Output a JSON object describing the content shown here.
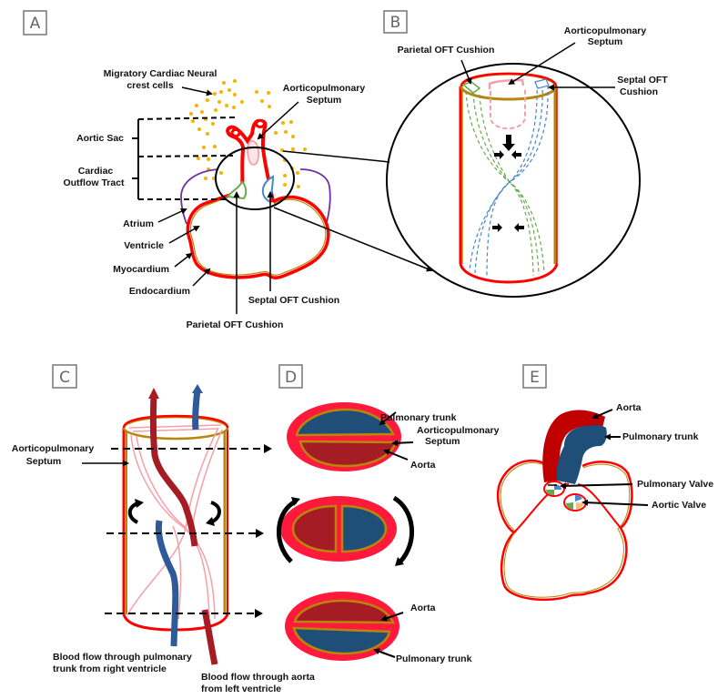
{
  "figure": {
    "colors": {
      "myocardium": "#ff0000",
      "endocardium": "#b8860b",
      "aorta": "#a51c24",
      "pulmonary": "#1f4e79",
      "septum": "#f4a0a8",
      "parietal_cushion": "#6aa84f",
      "septal_cushion": "#4a86c8",
      "atrium": "#7030a0",
      "neural_crest": "#f5b400",
      "cross_section_rim": "#ff1a3c"
    },
    "panels": {
      "A": {
        "letter": "A",
        "labels": {
          "neural_crest_1": "Migratory Cardiac Neural",
          "neural_crest_2": "crest cells",
          "aortic_sac": "Aortic Sac",
          "oft_1": "Cardiac",
          "oft_2": "Outflow Tract",
          "atrium": "Atrium",
          "ventricle": "Ventricle",
          "myocardium": "Myocardium",
          "endocardium": "Endocardium",
          "septum_1": "Aorticopulmonary",
          "septum_2": "Septum",
          "septal_cushion": "Septal OFT Cushion",
          "parietal_cushion": "Parietal OFT Cushion"
        }
      },
      "B": {
        "letter": "B",
        "labels": {
          "parietal_cushion": "Parietal OFT Cushion",
          "septum_1": "Aorticopulmonary",
          "septum_2": "Septum",
          "septal_1": "Septal OFT",
          "septal_2": "Cushion"
        }
      },
      "C": {
        "letter": "C",
        "labels": {
          "septum_1": "Aorticopulmonary",
          "septum_2": "Septum",
          "pulm_flow_1": "Blood flow through pulmonary",
          "pulm_flow_2": "trunk from right ventricle",
          "aorta_flow_1": "Blood flow through aorta",
          "aorta_flow_2": "from left ventricle"
        }
      },
      "D": {
        "letter": "D",
        "labels": {
          "top_pulmonary": "Pulmonary trunk",
          "top_septum_1": "Aorticopulmonary",
          "top_septum_2": "Septum",
          "top_aorta": "Aorta",
          "bottom_aorta": "Aorta",
          "bottom_pulmonary": "Pulmonary trunk"
        }
      },
      "E": {
        "letter": "E",
        "labels": {
          "aorta": "Aorta",
          "pulmonary_trunk": "Pulmonary trunk",
          "pulmonary_valve": "Pulmonary Valve",
          "aortic_valve": "Aortic Valve"
        }
      }
    }
  }
}
